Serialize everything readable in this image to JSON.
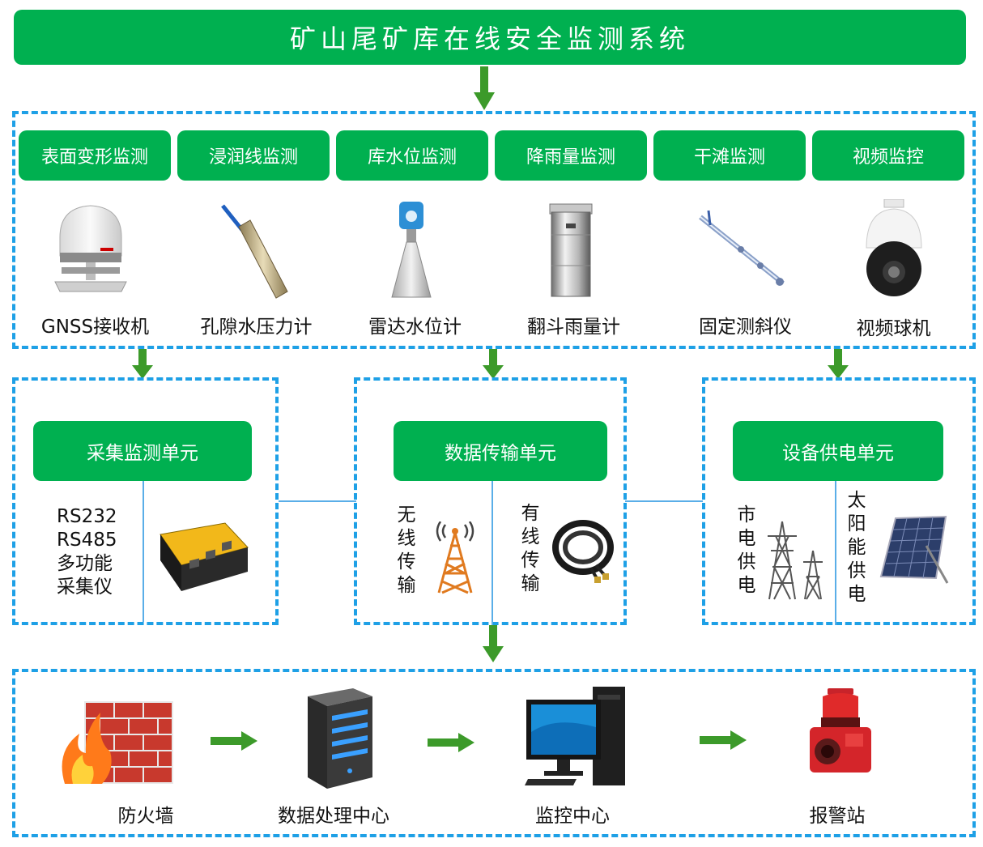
{
  "title": "矿山尾矿库在线安全监测系统",
  "categories": [
    {
      "label": "表面变形监测",
      "device": "GNSS接收机",
      "icon": "gnss-receiver-icon"
    },
    {
      "label": "浸润线监测",
      "device": "孔隙水压力计",
      "icon": "piezometer-icon"
    },
    {
      "label": "库水位监测",
      "device": "雷达水位计",
      "icon": "radar-level-icon"
    },
    {
      "label": "降雨量监测",
      "device": "翻斗雨量计",
      "icon": "rain-gauge-icon"
    },
    {
      "label": "干滩监测",
      "device": "固定测斜仪",
      "icon": "inclinometer-icon"
    },
    {
      "label": "视频监控",
      "device": "视频球机",
      "icon": "dome-camera-icon"
    }
  ],
  "units": {
    "acquisition": {
      "title": "采集监测单元",
      "lines": [
        "RS232",
        "RS485",
        "多功能",
        "采集仪"
      ],
      "icon": "data-logger-icon"
    },
    "transmission": {
      "title": "数据传输单元",
      "wireless": "无线传输",
      "wired": "有线传输",
      "icons": [
        "signal-tower-icon",
        "cable-coil-icon"
      ]
    },
    "power": {
      "title": "设备供电单元",
      "grid": "市电供电",
      "solar": "太阳能供电",
      "icons": [
        "power-pylon-icon",
        "solar-panel-icon"
      ]
    }
  },
  "bottom": [
    {
      "label": "防火墙",
      "icon": "firewall-icon"
    },
    {
      "label": "数据处理中心",
      "icon": "server-icon"
    },
    {
      "label": "监控中心",
      "icon": "computer-icon"
    },
    {
      "label": "报警站",
      "icon": "alarm-siren-icon"
    }
  ],
  "colors": {
    "green": "#00b050",
    "dash": "#1ea0e6",
    "arrow": "#3c9a2a"
  }
}
